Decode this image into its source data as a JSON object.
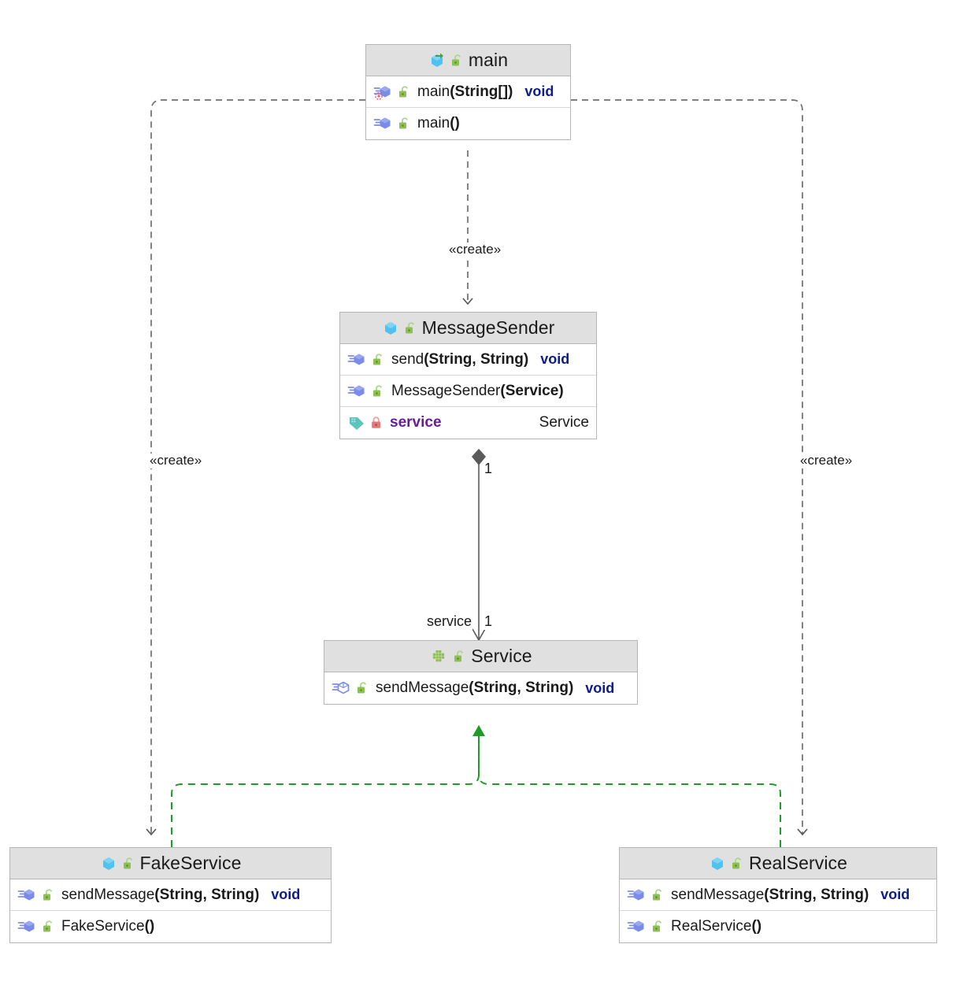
{
  "diagram": {
    "kind": "uml-class-diagram",
    "background": "#ffffff",
    "colors": {
      "header_fill": "#e0e0e0",
      "box_border": "#b6b6b6",
      "return_type": "#0d1b8c",
      "field_name": "#6a1b9a",
      "dependency_line": "#6e6e6e",
      "realization_line": "#1f9c28",
      "class_icon": "#4ec3f0",
      "method_icon": "#7b8ce8",
      "interface_icon": "#8cc152",
      "unlock_icon": "#8cc152",
      "lock_icon": "#e07a7a",
      "field_icon": "#5ec3bd"
    }
  },
  "classes": {
    "main": {
      "name": "main",
      "icon": "class-icon-runnable",
      "visibility_icon": "unlock-icon",
      "members": [
        {
          "icon": "method-static-icon",
          "visibility_icon": "unlock-icon",
          "name": "main",
          "params": "(String[])",
          "return": "void"
        },
        {
          "icon": "method-icon",
          "visibility_icon": "unlock-icon",
          "name": "main",
          "params": "()",
          "return": ""
        }
      ]
    },
    "message_sender": {
      "name": "MessageSender",
      "icon": "class-icon",
      "visibility_icon": "unlock-icon",
      "members": [
        {
          "icon": "method-icon",
          "visibility_icon": "unlock-icon",
          "name": "send",
          "params": "(String, String)",
          "return": "void"
        },
        {
          "icon": "method-icon",
          "visibility_icon": "unlock-icon",
          "name": "MessageSender",
          "params": "(Service)",
          "return": ""
        }
      ],
      "fields": [
        {
          "icon": "field-icon",
          "visibility_icon": "lock-icon",
          "name": "service",
          "type": "Service"
        }
      ]
    },
    "service": {
      "name": "Service",
      "icon": "interface-icon",
      "visibility_icon": "unlock-icon",
      "members": [
        {
          "icon": "method-interface-icon",
          "visibility_icon": "unlock-icon",
          "name": "sendMessage",
          "params": "(String, String)",
          "return": "void"
        }
      ]
    },
    "fake_service": {
      "name": "FakeService",
      "icon": "class-icon",
      "visibility_icon": "unlock-icon",
      "members": [
        {
          "icon": "method-icon",
          "visibility_icon": "unlock-icon",
          "name": "sendMessage",
          "params": "(String, String)",
          "return": "void"
        },
        {
          "icon": "method-icon",
          "visibility_icon": "unlock-icon",
          "name": "FakeService",
          "params": "()",
          "return": ""
        }
      ]
    },
    "real_service": {
      "name": "RealService",
      "icon": "class-icon",
      "visibility_icon": "unlock-icon",
      "members": [
        {
          "icon": "method-icon",
          "visibility_icon": "unlock-icon",
          "name": "sendMessage",
          "params": "(String, String)",
          "return": "void"
        },
        {
          "icon": "method-icon",
          "visibility_icon": "unlock-icon",
          "name": "RealService",
          "params": "()",
          "return": ""
        }
      ]
    }
  },
  "edges": {
    "create_message_sender": {
      "label": "«create»",
      "from": "main",
      "to": "MessageSender",
      "type": "dependency"
    },
    "create_fake_service": {
      "label": "«create»",
      "from": "main",
      "to": "FakeService",
      "type": "dependency"
    },
    "create_real_service": {
      "label": "«create»",
      "from": "main",
      "to": "RealService",
      "type": "dependency"
    },
    "aggregation_service": {
      "from": "MessageSender",
      "to": "Service",
      "type": "aggregation",
      "source_multiplicity": "1",
      "target_role": "service",
      "target_multiplicity": "1"
    },
    "realize_fake": {
      "from": "FakeService",
      "to": "Service",
      "type": "realization"
    },
    "realize_real": {
      "from": "RealService",
      "to": "Service",
      "type": "realization"
    }
  }
}
